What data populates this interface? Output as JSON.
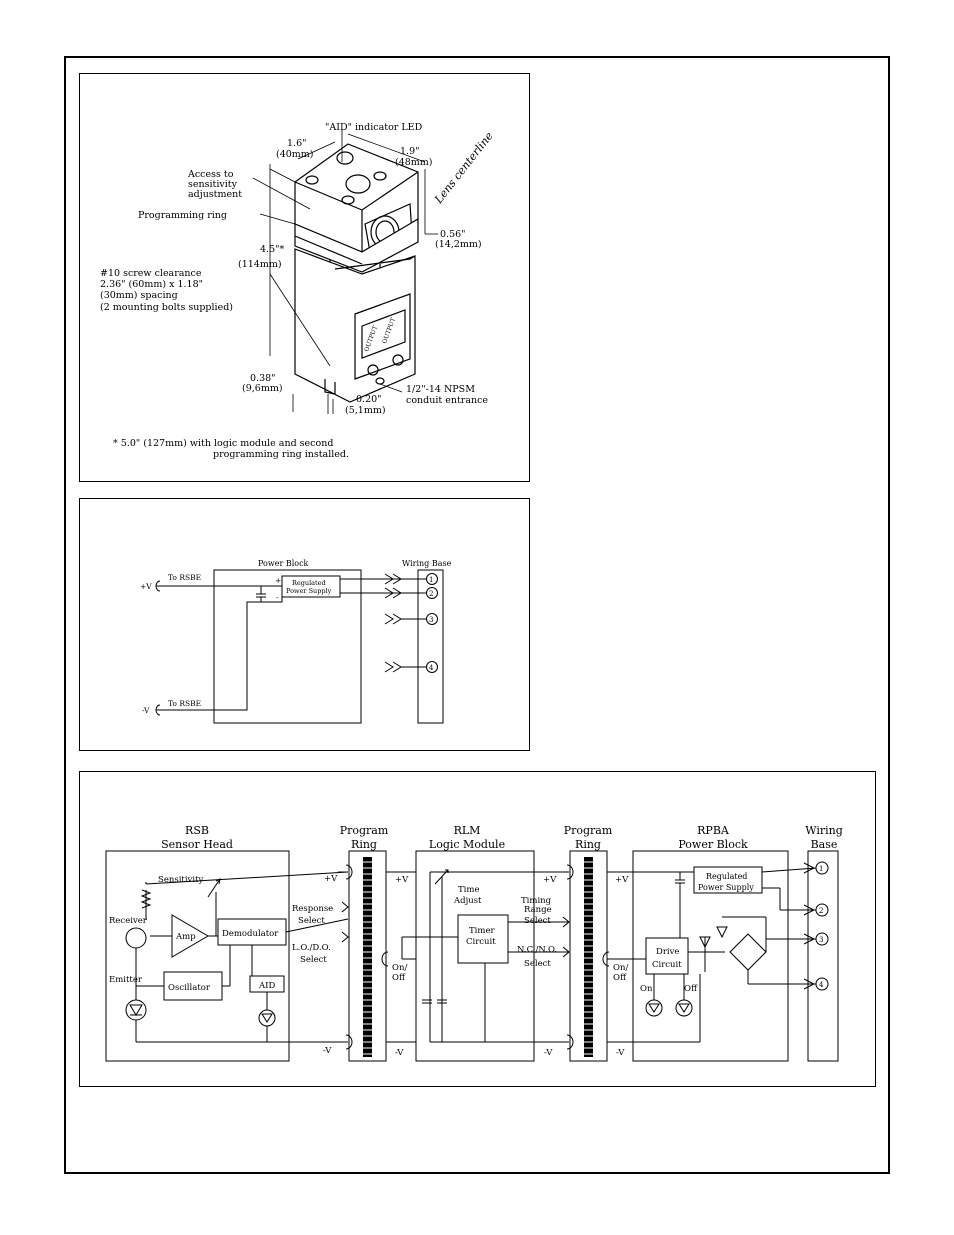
{
  "dimensions": {
    "aid_led": "\"AID\" indicator LED",
    "w1": "1.6\"",
    "w1mm": "(40mm)",
    "w2": "1.9\"",
    "w2mm": "(48mm)",
    "access1": "Access to",
    "access2": "sensitivity",
    "access3": "adjustment",
    "lens": "Lens centerline",
    "prog_ring": "Programming ring",
    "h": "4.5\"*",
    "hmm": "(114mm)",
    "lens_off": "0.56\"",
    "lens_off_mm": "(14,2mm)",
    "screw1": "#10 screw clearance",
    "screw2": "2.36\" (60mm) x 1.18\"",
    "screw3": "(30mm) spacing",
    "screw4": "(2 mounting bolts supplied)",
    "d1": "0.38\"",
    "d1mm": "(9,6mm)",
    "d2": "0.20\"",
    "d2mm": "(5,1mm)",
    "conduit1": "1/2\"-14 NPSM",
    "conduit2": "conduit entrance",
    "note1": "* 5.0\" (127mm) with logic module and second",
    "note2": "programming ring installed.",
    "label_out1": "OUTPUT",
    "label_out2": "OUTPUT"
  },
  "wiring": {
    "power_block": "Power Block",
    "wiring_base": "Wiring Base",
    "to_rsbe_top": "To RSBE",
    "to_rsbe_bottom": "To RSBE",
    "plus_v": "+V",
    "minus_v": "-V",
    "reg1": "Regulated",
    "reg2": "Power Supply",
    "plus": "+",
    "minus": "-",
    "terminals": [
      "1",
      "2",
      "3",
      "4"
    ]
  },
  "block": {
    "rsb_title1": "RSB",
    "rsb_title2": "Sensor Head",
    "prog1_title1": "Program",
    "prog1_title2": "Ring",
    "rlm_title1": "RLM",
    "rlm_title2": "Logic Module",
    "prog2_title1": "Program",
    "prog2_title2": "Ring",
    "rpba_title1": "RPBA",
    "rpba_title2": "Power Block",
    "wb_title1": "Wiring",
    "wb_title2": "Base",
    "sensitivity": "Sensitivity",
    "receiver": "Receiver",
    "amp": "Amp",
    "demodulator": "Demodulator",
    "emitter": "Emitter",
    "oscillator": "Oscillator",
    "aid": "AID",
    "plus_v": "+V",
    "minus_v": "-V",
    "response1": "Response",
    "response2": "Select",
    "lodo1": "L.O./D.O.",
    "lodo2": "Select",
    "onoff1": "On/",
    "onoff2": "Off",
    "time1": "Time",
    "time2": "Adjust",
    "timer1": "Timer",
    "timer2": "Circuit",
    "timing1": "Timing",
    "timing2": "Range",
    "timing3": "Select",
    "ncno1": "N.C./N.O.",
    "ncno2": "Select",
    "reg1": "Regulated",
    "reg2": "Power Supply",
    "drive1": "Drive",
    "drive2": "Circuit",
    "on": "On",
    "off": "Off",
    "terminals": [
      "1",
      "2",
      "3",
      "4"
    ]
  }
}
